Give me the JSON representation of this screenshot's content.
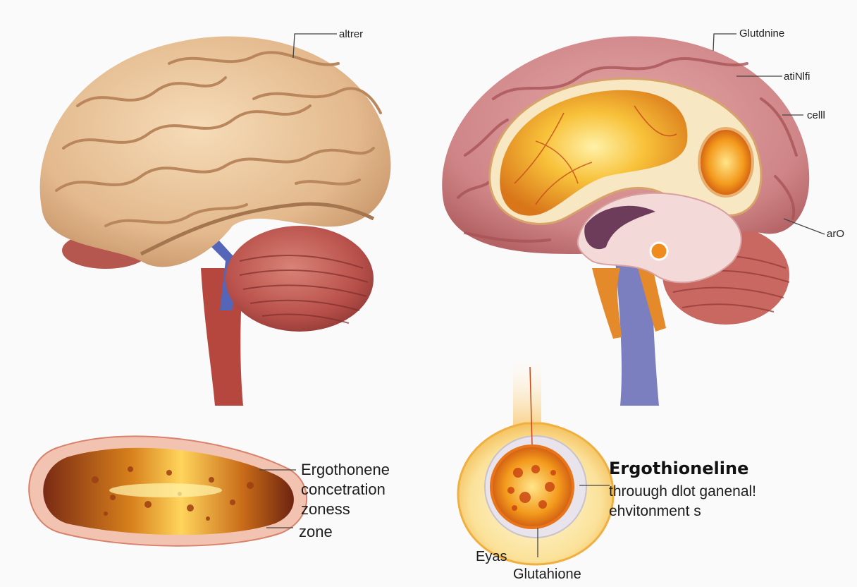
{
  "labels": {
    "top_left": "altrer",
    "right_1": "Glutdnine",
    "right_2": "atiNlfi",
    "right_3": "celll",
    "right_4": "arO",
    "tube_lines": [
      "Ergothonene",
      "concetration",
      "zoness"
    ],
    "tube_zone": "zone",
    "feature_title": "Ergothioneline",
    "feature_lines": [
      "throuugh dlot ganenal!",
      "ehvitonment s"
    ],
    "bottom_left": "Eyas",
    "bottom_center": "Glutahione"
  },
  "colors": {
    "brain_beige": "#e8c49a",
    "brain_pink": "#c9797c",
    "cerebellum": "#b8504a",
    "glow": "#f6b21e",
    "vessel_blue": "#5566b8"
  }
}
